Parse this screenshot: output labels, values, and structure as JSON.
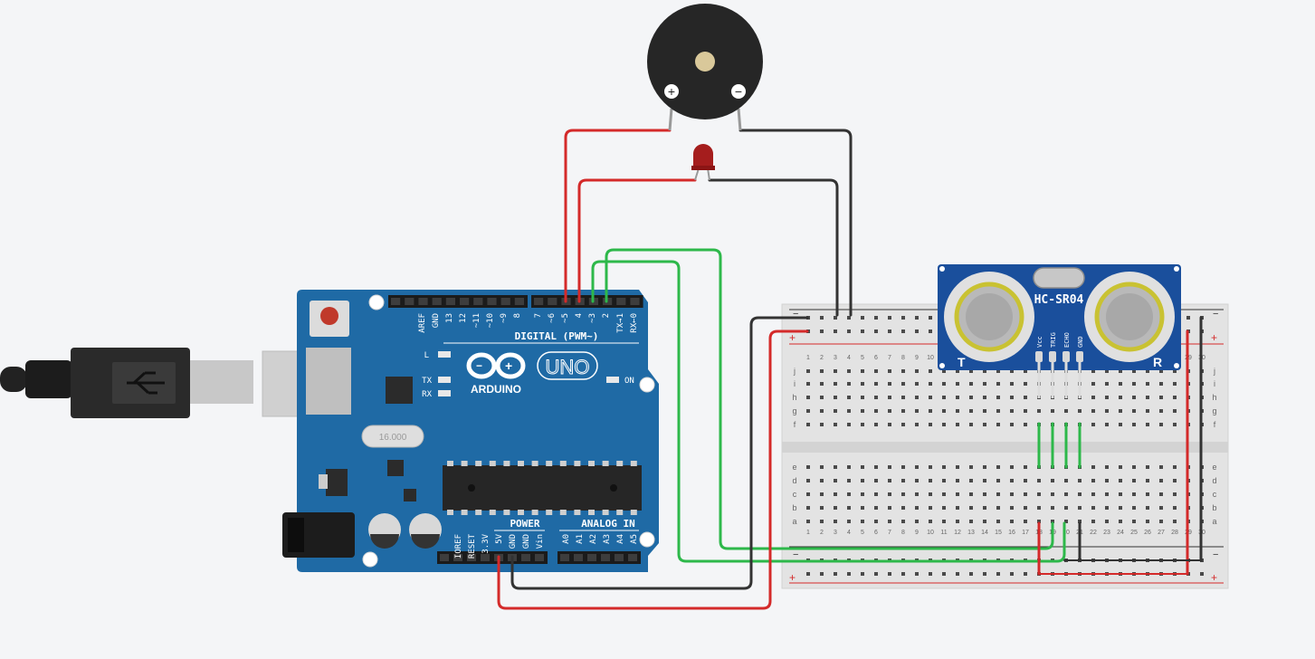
{
  "arduino": {
    "brand": "ARDUINO",
    "model": "UNO",
    "digital_header": "DIGITAL (PWM~)",
    "power_header": "POWER",
    "analog_header": "ANALOG IN",
    "on_label": "ON",
    "l_label": "L",
    "tx_label": "TX",
    "rx_label": "RX",
    "crystal_label": "16.000",
    "digital_pins": [
      "AREF",
      "GND",
      "13",
      "12",
      "~11",
      "~10",
      "~9",
      "8",
      "7",
      "~6",
      "~5",
      "4",
      "~3",
      "2",
      "TX→1",
      "RX←0"
    ],
    "power_pins": [
      "IOREF",
      "RESET",
      "3.3V",
      "5V",
      "GND",
      "GND",
      "Vin"
    ],
    "analog_pins": [
      "A0",
      "A1",
      "A2",
      "A3",
      "A4",
      "A5"
    ]
  },
  "buzzer": {
    "plus": "+",
    "minus": "−"
  },
  "sensor": {
    "title": "HC-SR04",
    "pins": [
      "Vcc",
      "TRIG",
      "ECHO",
      "GND"
    ],
    "left_letter": "T",
    "right_letter": "R"
  },
  "breadboard": {
    "row_letters_top": [
      "j",
      "i",
      "h",
      "g",
      "f"
    ],
    "row_letters_bottom": [
      "e",
      "d",
      "c",
      "b",
      "a"
    ],
    "columns": [
      "1",
      "2",
      "3",
      "4",
      "5",
      "6",
      "7",
      "8",
      "9",
      "10",
      "11",
      "12",
      "13",
      "14",
      "15",
      "16",
      "17",
      "18",
      "19",
      "20",
      "21",
      "22",
      "23",
      "24",
      "25",
      "26",
      "27",
      "28",
      "29",
      "30"
    ],
    "rail_plus": "+",
    "rail_minus": "−"
  },
  "colors": {
    "board": "#1f6aa5",
    "wire_red": "#d42a2a",
    "wire_black": "#333333",
    "wire_green": "#2db84a",
    "sensor_board": "#1a4f9c",
    "breadboard": "#e4e4e4"
  }
}
